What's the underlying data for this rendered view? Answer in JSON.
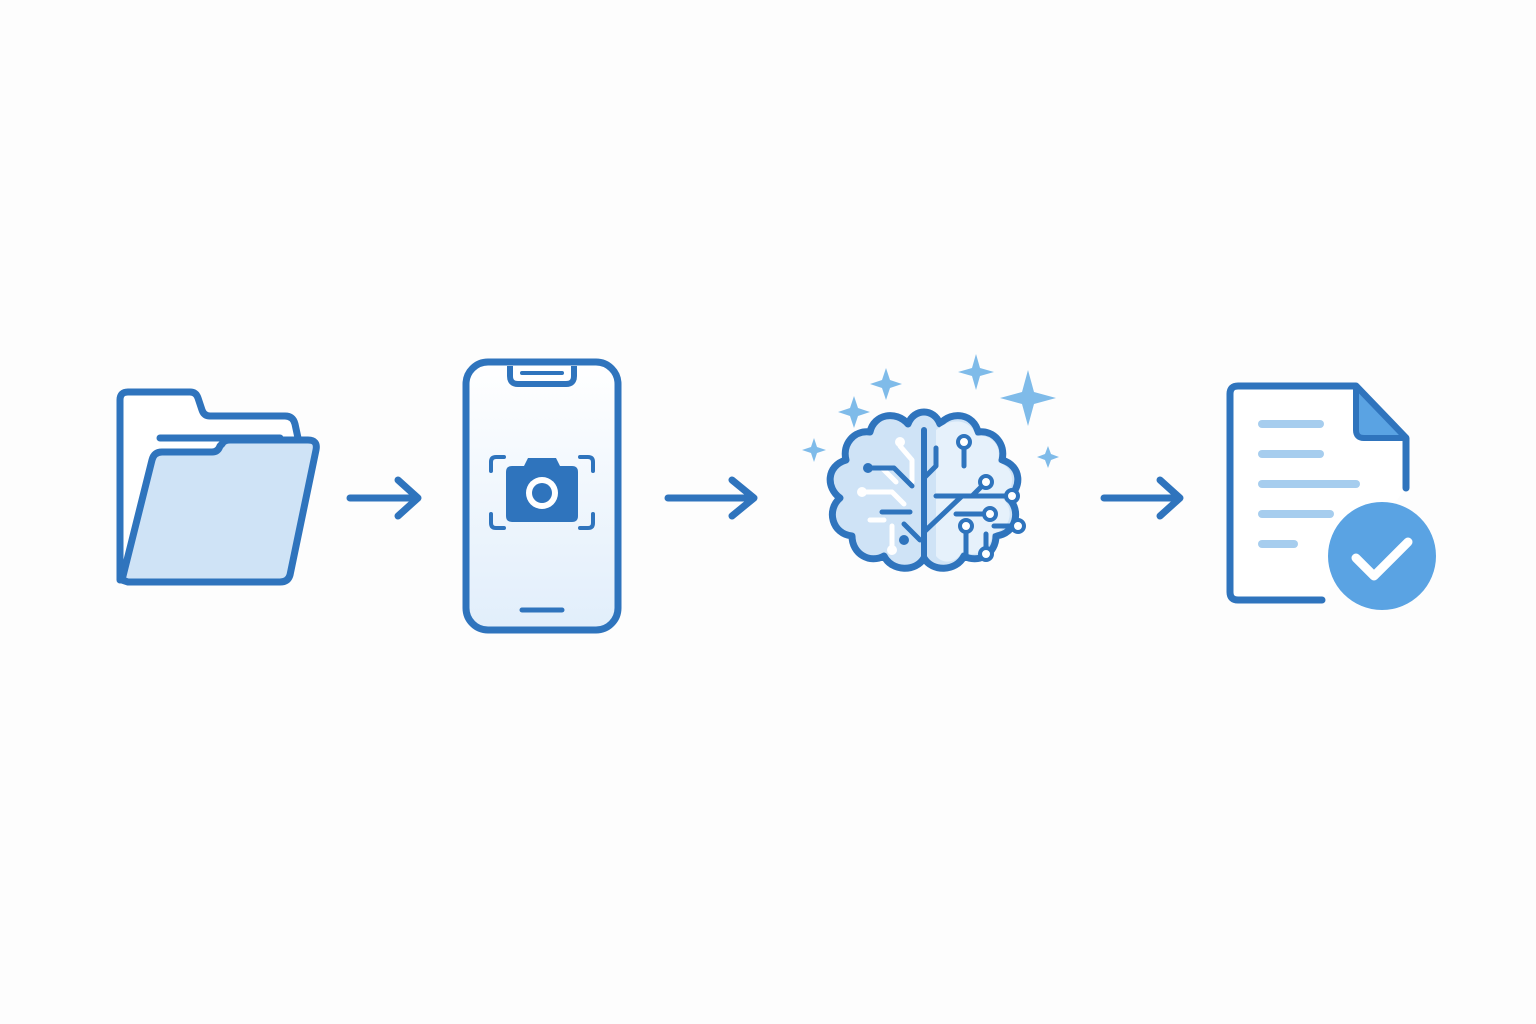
{
  "diagram": {
    "colors": {
      "stroke": "#2f74bd",
      "fill_light": "#cfe3f6",
      "fill_lighter": "#e6f1fb",
      "accent": "#5aa3e3",
      "sparkle": "#7fbbe9",
      "line": "#a6cdee",
      "white": "#ffffff"
    },
    "steps": [
      {
        "id": "folder",
        "icon": "open-folder-icon"
      },
      {
        "id": "phone-scan",
        "icon": "smartphone-camera-scan-icon"
      },
      {
        "id": "ai-brain",
        "icon": "ai-circuit-brain-icon"
      },
      {
        "id": "verified-document",
        "icon": "document-checkmark-icon"
      }
    ],
    "connectors": [
      {
        "from": "folder",
        "to": "phone-scan",
        "icon": "arrow-right-icon"
      },
      {
        "from": "phone-scan",
        "to": "ai-brain",
        "icon": "arrow-right-icon"
      },
      {
        "from": "ai-brain",
        "to": "verified-document",
        "icon": "arrow-right-icon"
      }
    ]
  }
}
